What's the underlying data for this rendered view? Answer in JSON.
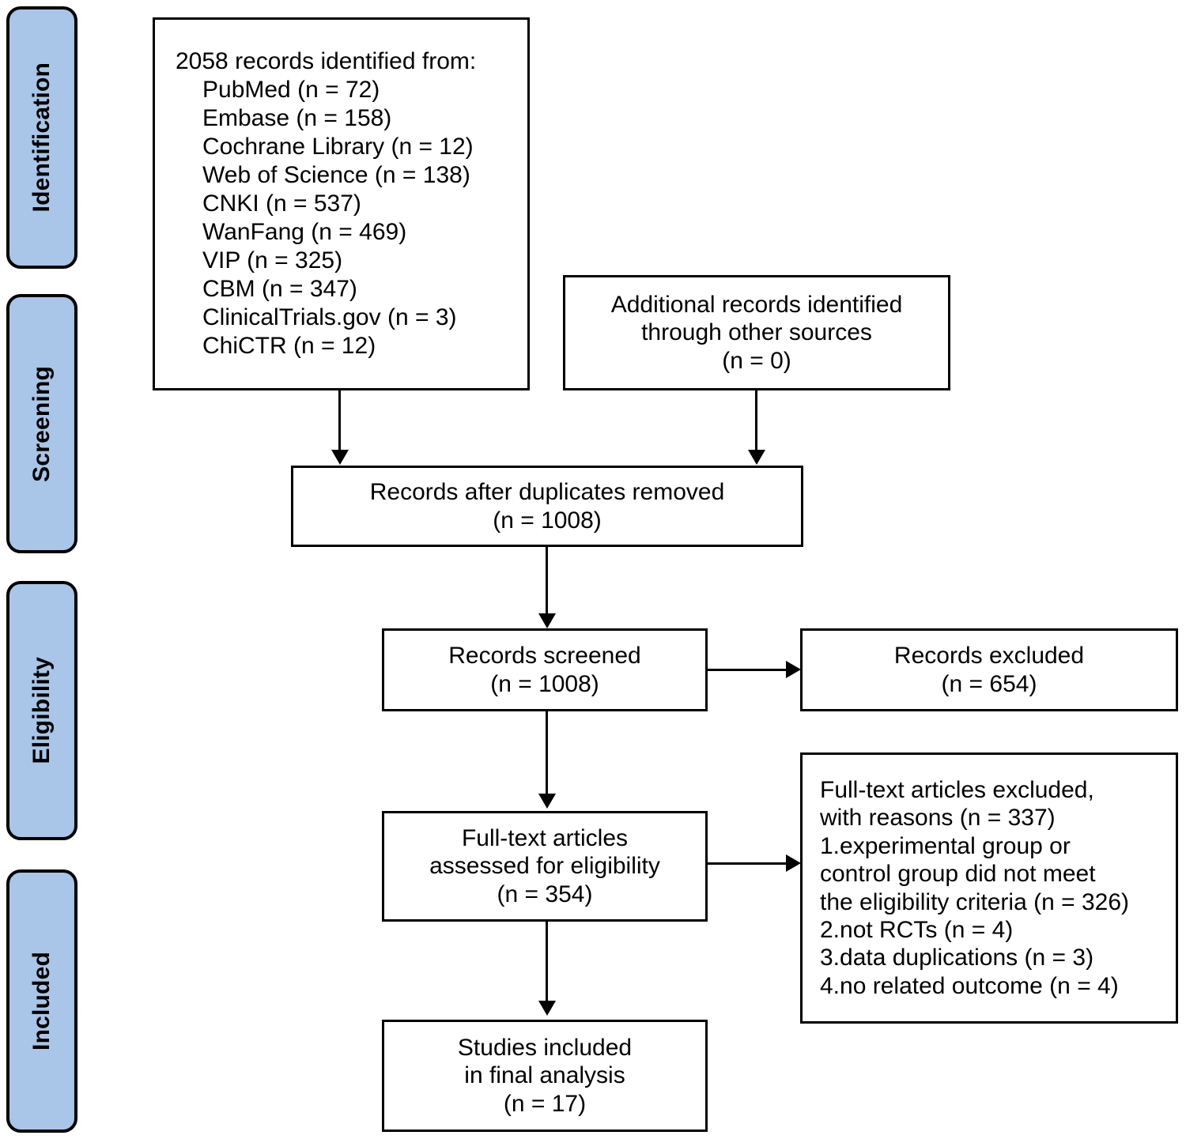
{
  "diagram": {
    "title": "PRISMA study selection flow diagram",
    "accent_color": "#a9c5e8",
    "border_color": "#000000",
    "background_color": "#ffffff"
  },
  "stages": [
    {
      "id": "identification",
      "label": "Identification"
    },
    {
      "id": "screening",
      "label": "Screening"
    },
    {
      "id": "eligibility",
      "label": "Eligibility"
    },
    {
      "id": "included",
      "label": "Included"
    }
  ],
  "boxes": {
    "records_identified": {
      "heading": "2058 records identified from:",
      "sources": [
        "PubMed (n = 72)",
        "Embase (n = 158)",
        "Cochrane Library (n = 12)",
        "Web of Science (n = 138)",
        "CNKI (n = 537)",
        "WanFang (n = 469)",
        "VIP (n = 325)",
        "CBM (n = 347)",
        "ClinicalTrials.gov (n = 3)",
        "ChiCTR (n = 12)"
      ]
    },
    "additional_records": {
      "lines": [
        "Additional records identified",
        "through other sources",
        "(n = 0)"
      ]
    },
    "duplicates_removed": {
      "lines": [
        "Records after duplicates removed",
        "(n = 1008)"
      ]
    },
    "records_screened": {
      "lines": [
        "Records screened",
        "(n = 1008)"
      ]
    },
    "records_excluded": {
      "lines": [
        "Records excluded",
        "(n = 654)"
      ]
    },
    "fulltext_assessed": {
      "lines": [
        "Full-text articles",
        "assessed for eligibility",
        "(n = 354)"
      ]
    },
    "fulltext_excluded": {
      "lines": [
        "Full-text articles excluded,",
        "with reasons (n = 337)",
        "1.experimental group or",
        "control group did not meet",
        "the eligibility criteria (n = 326)",
        "2.not RCTs (n = 4)",
        "3.data duplications (n = 3)",
        "4.no related outcome (n = 4)"
      ]
    },
    "studies_included": {
      "lines": [
        "Studies included",
        "in final analysis",
        "(n = 17)"
      ]
    }
  },
  "chart_data": {
    "type": "diagram",
    "title": "PRISMA flow of study selection",
    "nodes": [
      {
        "id": "records_identified",
        "stage": "Identification",
        "total": 2058
      },
      {
        "id": "additional_records",
        "stage": "Identification",
        "total": 0
      },
      {
        "id": "duplicates_removed",
        "stage": "Screening",
        "total": 1008
      },
      {
        "id": "records_screened",
        "stage": "Screening",
        "total": 1008
      },
      {
        "id": "records_excluded",
        "stage": "Screening",
        "total": 654
      },
      {
        "id": "fulltext_assessed",
        "stage": "Eligibility",
        "total": 354
      },
      {
        "id": "fulltext_excluded",
        "stage": "Eligibility",
        "total": 337
      },
      {
        "id": "studies_included",
        "stage": "Included",
        "total": 17
      }
    ],
    "source_counts": {
      "PubMed": 72,
      "Embase": 158,
      "Cochrane Library": 12,
      "Web of Science": 138,
      "CNKI": 537,
      "WanFang": 469,
      "VIP": 325,
      "CBM": 347,
      "ClinicalTrials.gov": 3,
      "ChiCTR": 12
    },
    "exclusion_reasons": {
      "experimental group or control group did not meet the eligibility criteria": 326,
      "not RCTs": 4,
      "data duplications": 3,
      "no related outcome": 4
    },
    "edges": [
      {
        "from": "records_identified",
        "to": "duplicates_removed"
      },
      {
        "from": "additional_records",
        "to": "duplicates_removed"
      },
      {
        "from": "duplicates_removed",
        "to": "records_screened"
      },
      {
        "from": "records_screened",
        "to": "records_excluded"
      },
      {
        "from": "records_screened",
        "to": "fulltext_assessed"
      },
      {
        "from": "fulltext_assessed",
        "to": "fulltext_excluded"
      },
      {
        "from": "fulltext_assessed",
        "to": "studies_included"
      }
    ]
  }
}
